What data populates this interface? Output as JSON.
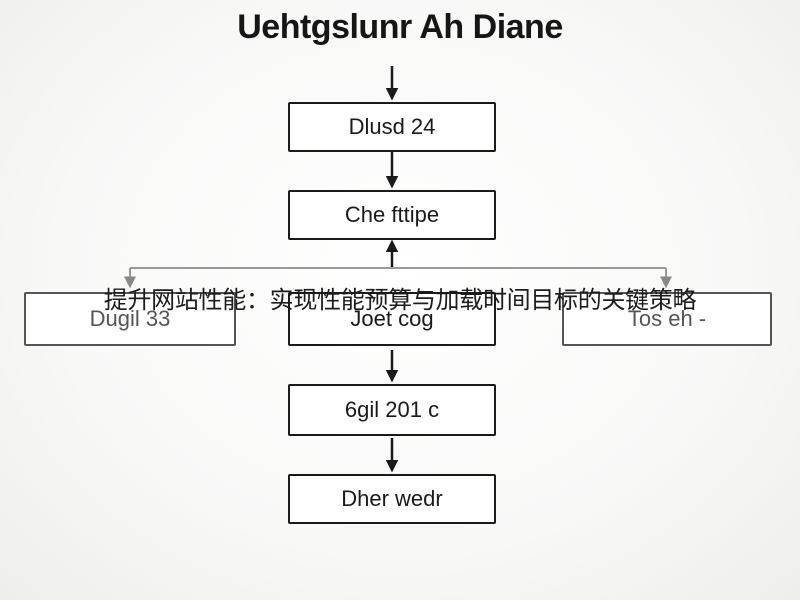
{
  "diagram": {
    "title": "Uehtgslunr Ah Diane",
    "boxes": {
      "step1": "Dlusd 24",
      "step2": "Che fttipe",
      "branch_left": "Dugil 33",
      "branch_center": "Joet cog",
      "branch_right": "Tos eh -",
      "step4": "6gil 201 c",
      "step5": "Dher wedr"
    },
    "overlay_caption": "提升网站性能：实现性能预算与加载时间目标的关键策略"
  }
}
